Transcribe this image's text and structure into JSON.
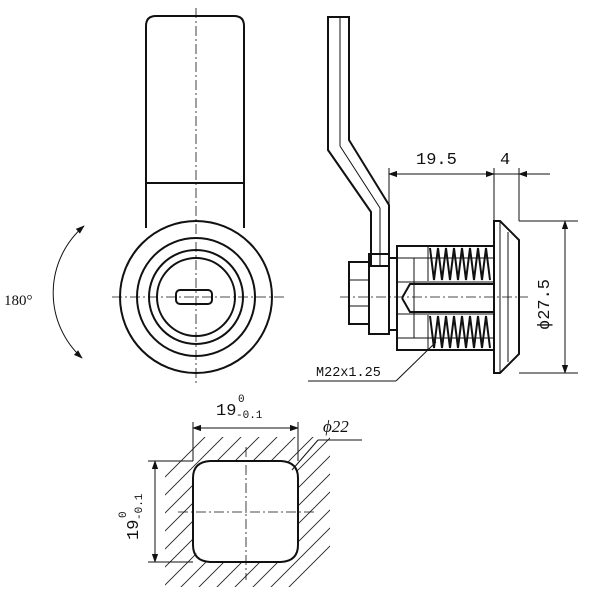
{
  "dims": {
    "rotation": "180°",
    "length": "19.5",
    "flange": "4",
    "diameter": "ϕ27.5",
    "thread": "M22x1.25",
    "cutout_diameter": "ϕ22",
    "cutout_width_base": "19",
    "cutout_width_upper": "0",
    "cutout_width_lower": "-0.1",
    "cutout_height_base": "19",
    "cutout_height_upper": "0",
    "cutout_height_lower": "-0.1"
  }
}
